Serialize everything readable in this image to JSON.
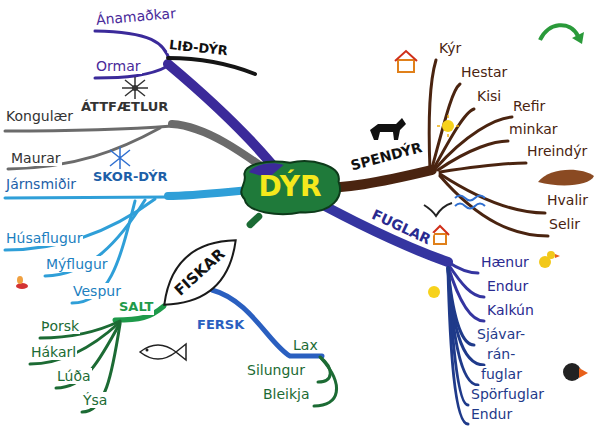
{
  "diagram": {
    "nodes": [
      {
        "text": [
          "DÝR"
        ]
      },
      {
        "text": [
          "FISKAR"
        ]
      }
    ],
    "edges": [
      {
        "from": 0,
        "to": 1,
        "arrow": "none"
      }
    ],
    "labels": [
      "Ánamaðkar",
      "LIÐ-DÝR",
      "Ormar",
      "Kongulær",
      "ÁTTFÆTLUR",
      "Maurar",
      "Járnsmiðir",
      "SKOR-DÝR",
      "Húsaflugur",
      "Mýflugur",
      "Vespur",
      "SALT",
      "Þorsk",
      "Hákarl",
      "Lúða",
      "Ýsa",
      "FERSK",
      "Lax",
      "Silungur",
      "Bleikja",
      "SPENDÝR",
      "Kýr",
      "Hestar",
      "Kisi",
      "Refir",
      "minkar",
      "Hreindýr",
      "Hvalir",
      "Selir",
      "FUGLAR",
      "Hænur",
      "Endur",
      "Kalkún",
      "Sjávar-",
      "rán-",
      "fuglar",
      "Spörfuglar",
      "Endur"
    ]
  }
}
